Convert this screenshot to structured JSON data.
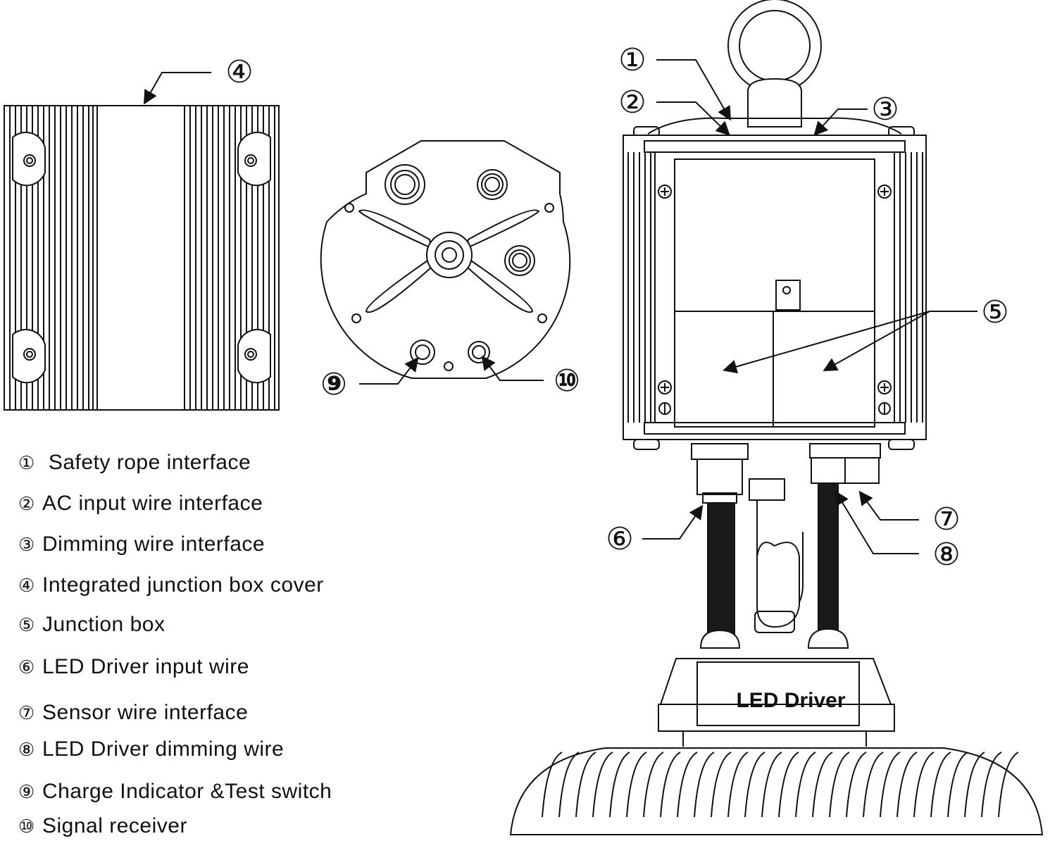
{
  "callouts": [
    "①",
    "②",
    "③",
    "④",
    "⑤",
    "⑥",
    "⑦",
    "⑧",
    "⑨",
    "⑩"
  ],
  "legend": [
    {
      "num": "①",
      "text": "Safety rope interface"
    },
    {
      "num": "②",
      "text": "AC input wire interface"
    },
    {
      "num": "③",
      "text": "Dimming wire interface"
    },
    {
      "num": "④",
      "text": "Integrated junction box cover"
    },
    {
      "num": "⑤",
      "text": "Junction box"
    },
    {
      "num": "⑥",
      "text": "LED Driver input wire"
    },
    {
      "num": "⑦",
      "text": "Sensor wire interface"
    },
    {
      "num": "⑧",
      "text": "LED Driver dimming wire"
    },
    {
      "num": "⑨",
      "text": "Charge Indicator &Test switch"
    },
    {
      "num": "⑩",
      "text": "Signal receiver"
    }
  ],
  "driver_label": "LED Driver"
}
